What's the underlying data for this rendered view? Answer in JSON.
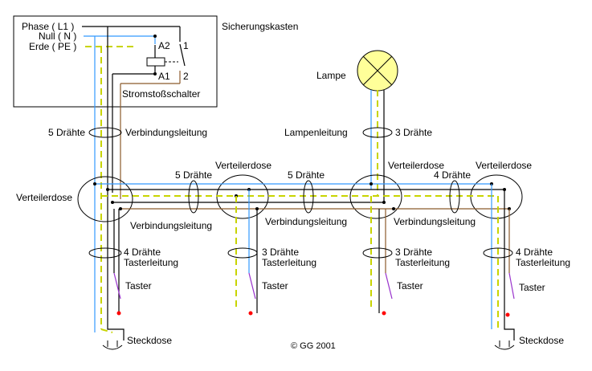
{
  "labels": {
    "phase": "Phase ( L1 )",
    "null": "Null ( N )",
    "erde": "Erde ( PE )",
    "sicherungskasten": "Sicherungskasten",
    "a2": "A2",
    "a1": "A1",
    "k1": "1",
    "k2": "2",
    "stromstossschalter": "Stromstoßschalter",
    "lampe": "Lampe",
    "fuenf_draehte_top": "5 Drähte",
    "verbindungsleitung_top": "Verbindungsleitung",
    "lampenleitung": "Lampenleitung",
    "drei_draehte_top": "3 Drähte",
    "verteilerdose_1": "Verteilerdose",
    "verteilerdose_2": "Verteilerdose",
    "verteilerdose_3": "Verteilerdose",
    "verteilerdose_4": "Verteilerdose",
    "fuenf_draehte_mid1": "5 Drähte",
    "fuenf_draehte_mid2": "5 Drähte",
    "vier_draehte_mid": "4 Drähte",
    "verbindungsleitung_1": "Verbindungsleitung",
    "verbindungsleitung_2": "Verbindungsleitung",
    "verbindungsleitung_3": "Verbindungsleitung",
    "taster_1_draehte": "4 Drähte",
    "taster_1_leitung": "Tasterleitung",
    "taster_2_draehte": "3 Drähte",
    "taster_2_leitung": "Tasterleitung",
    "taster_3_draehte": "3 Drähte",
    "taster_3_leitung": "Tasterleitung",
    "taster_4_draehte": "4 Drähte",
    "taster_4_leitung": "Tasterleitung",
    "taster_1": "Taster",
    "taster_2": "Taster",
    "taster_3": "Taster",
    "taster_4": "Taster",
    "steckdose_1": "Steckdose",
    "steckdose_2": "Steckdose",
    "copyright": "© GG 2001"
  },
  "colors": {
    "phase_wire": "#000000",
    "neutral_wire": "#3399ff",
    "pe_wire": "#c8d400",
    "switched_wire": "#8b5a2b",
    "taster_wire": "#9933cc",
    "lamp_fill": "#ffff99",
    "taster_contact": "#ff0000"
  }
}
